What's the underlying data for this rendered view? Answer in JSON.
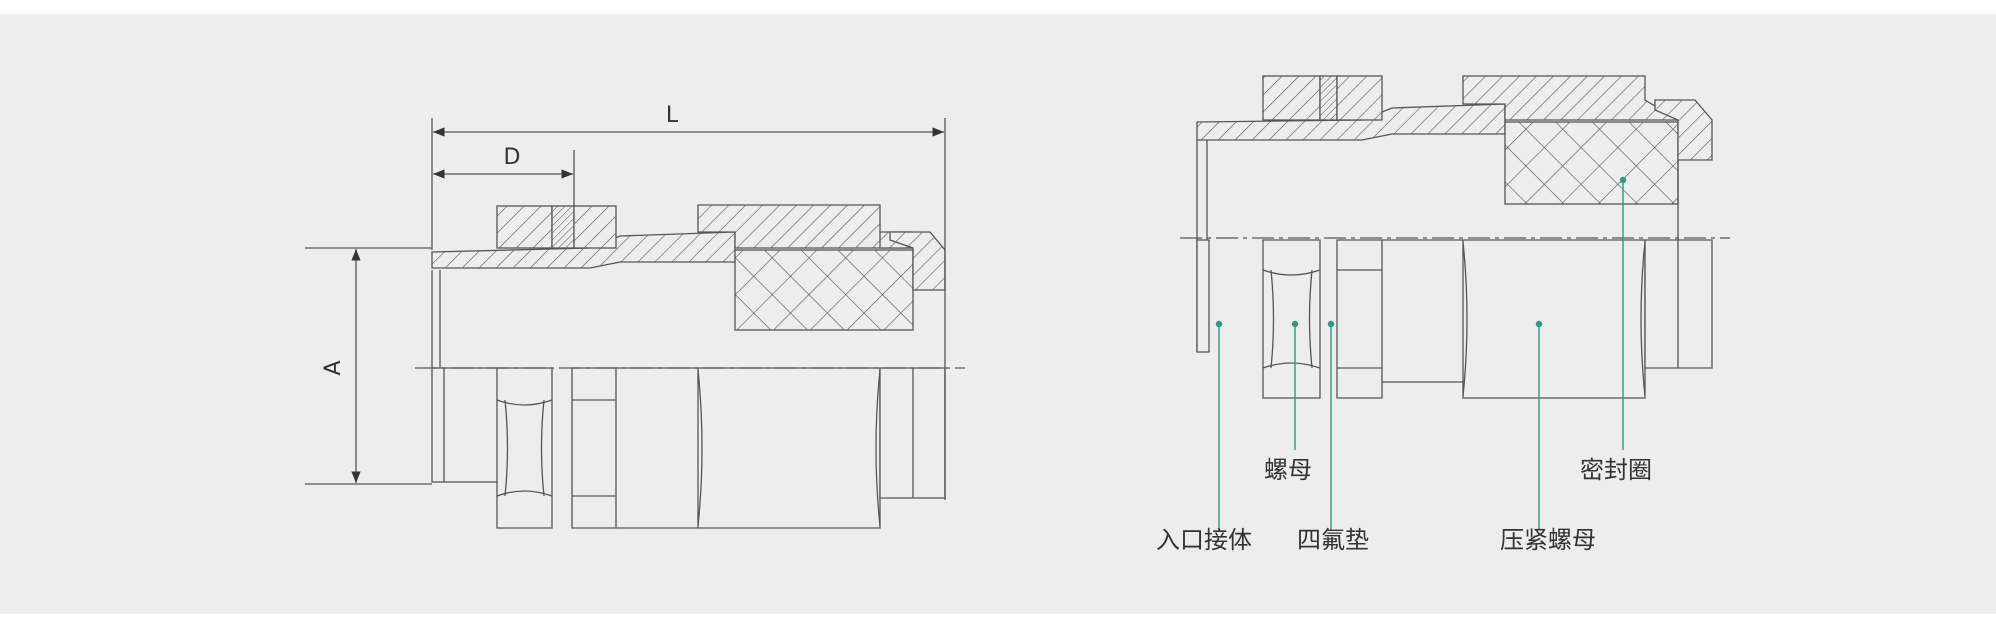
{
  "dimensions": {
    "length": "L",
    "depth": "D",
    "diameter": "A"
  },
  "parts": {
    "inlet_body": "入口接体",
    "nut": "螺母",
    "ptfe_gasket": "四氟垫",
    "compression_nut": "压紧螺母",
    "seal_ring": "密封圈"
  },
  "colors": {
    "background": "#ededee",
    "line": "#555555",
    "leader": "#2c9b80"
  }
}
